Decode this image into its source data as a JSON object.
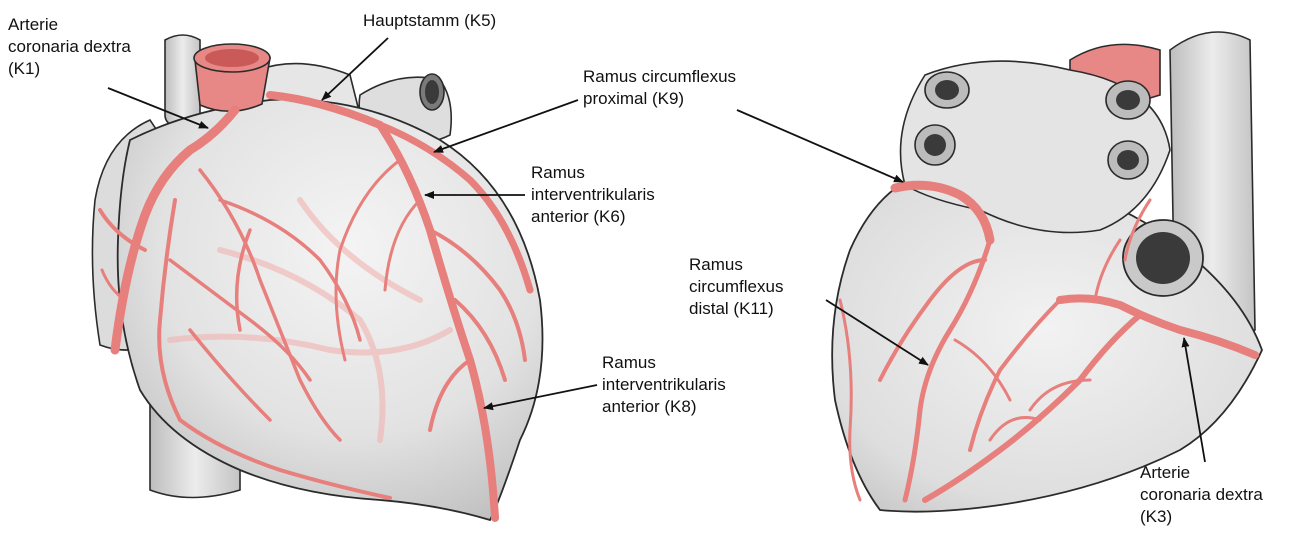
{
  "colors": {
    "background": "#ffffff",
    "heart_fill": "#e8e8e8",
    "heart_shade": "#c9c9c9",
    "outline": "#2b2b2b",
    "artery": "#e77f7c",
    "artery_dark": "#c9504f",
    "artery_faint": "#f0b3b0",
    "aorta": "#e88886",
    "leader": "#111111"
  },
  "labels": {
    "k1": [
      "Arterie",
      "coronaria dextra",
      "(K1)"
    ],
    "k5": [
      "Hauptstamm (K5)"
    ],
    "k9": [
      "Ramus circumflexus",
      "proximal (K9)"
    ],
    "k6": [
      "Ramus",
      "interventrikularis",
      "anterior  (K6)"
    ],
    "k11": [
      "Ramus",
      "circumflexus",
      "distal (K11)"
    ],
    "k8": [
      "Ramus",
      "interventrikularis",
      "anterior  (K8)"
    ],
    "k3": [
      "Arterie",
      "coronaria dextra",
      "(K3)"
    ]
  },
  "figures": [
    "heart-anterior-view",
    "heart-posterior-view"
  ]
}
